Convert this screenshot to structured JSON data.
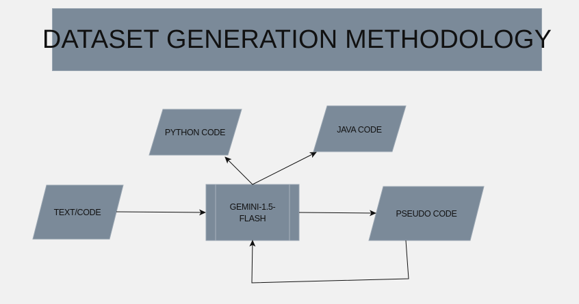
{
  "title": "DATASET GENERATION METHODOLOGY",
  "nodes": {
    "text_code": "TEXT/CODE",
    "gemini_line1": "GEMINI-1.5-",
    "gemini_line2": "FLASH",
    "python_code": "PYTHON CODE",
    "java_code": "JAVA CODE",
    "pseudo_code": "PSEUDO CODE"
  },
  "colors": {
    "shape_fill": "#7b8a99",
    "background": "#f1f1f1",
    "line": "#111111"
  }
}
